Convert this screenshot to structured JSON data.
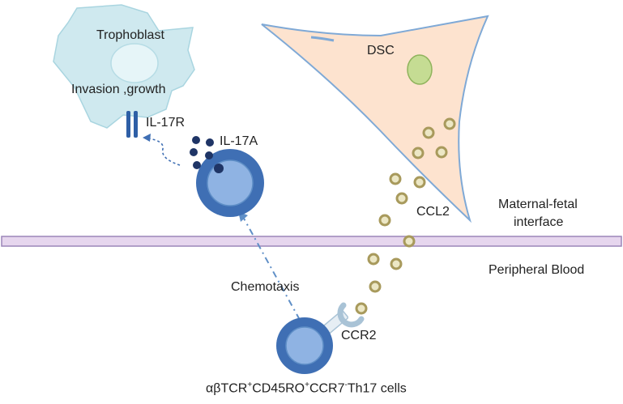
{
  "labels": {
    "trophoblast": "Trophoblast",
    "invasion_growth": "Invasion ,growth",
    "il17r": "IL-17R",
    "il17a": "IL-17A",
    "dsc": "DSC",
    "ccl2": "CCL2",
    "maternal_fetal_line1": "Maternal-fetal",
    "maternal_fetal_line2": "interface",
    "peripheral_blood": "Peripheral Blood",
    "chemotaxis": "Chemotaxis",
    "ccr2": "CCR2",
    "caption": {
      "prefix": "αβTCR",
      "sup1": "+",
      "mid1": "CD45RO",
      "sup2": "+",
      "mid2": "CCR7",
      "sup3": "-",
      "suffix": "Th17 cells"
    }
  },
  "colors": {
    "trophoblast_fill": "#cfe9ef",
    "trophoblast_stroke": "#a9d5e0",
    "dsc_fill": "#fde3cf",
    "dsc_stroke": "#7fa9d6",
    "dsc_nucleus": "#c5dc93",
    "membrane_fill": "#e6d6ee",
    "membrane_stroke": "#9c86b8",
    "tcell_outer": "#3f6fb4",
    "tcell_inner": "#8fb3e3",
    "il17a_dot": "#1f3566",
    "ccl2_fill": "#ece7c5",
    "ccl2_stroke": "#a89a5c",
    "receptor": "#2e5fa6",
    "arrow": "#5f8fc7"
  }
}
